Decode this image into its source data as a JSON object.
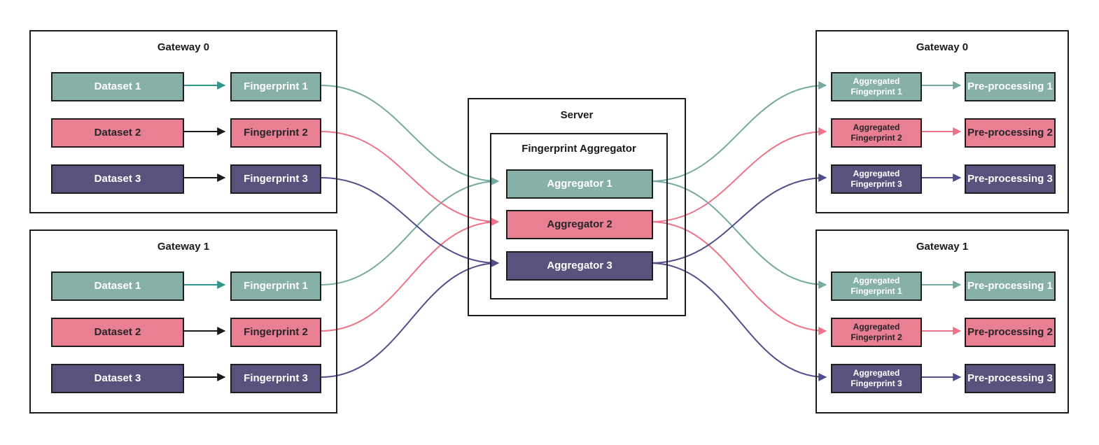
{
  "colors": {
    "teal_fill": "#87b1a8",
    "pink_fill": "#e87f92",
    "purple_fill": "#5a527d",
    "teal_arrow_dark": "#2e968b",
    "teal_arrow_light": "#74aa9f",
    "pink_arrow": "#ee7288",
    "purple_arrow": "#524e8c",
    "black_arrow": "#1a1a1a",
    "border": "#1e1e1e"
  },
  "left_gateways": [
    {
      "title": "Gateway 0",
      "rows": [
        {
          "dataset": "Dataset 1",
          "fingerprint": "Fingerprint 1"
        },
        {
          "dataset": "Dataset 2",
          "fingerprint": "Fingerprint 2"
        },
        {
          "dataset": "Dataset 3",
          "fingerprint": "Fingerprint 3"
        }
      ]
    },
    {
      "title": "Gateway 1",
      "rows": [
        {
          "dataset": "Dataset 1",
          "fingerprint": "Fingerprint 1"
        },
        {
          "dataset": "Dataset 2",
          "fingerprint": "Fingerprint 2"
        },
        {
          "dataset": "Dataset 3",
          "fingerprint": "Fingerprint 3"
        }
      ]
    }
  ],
  "server": {
    "title": "Server",
    "aggregator_box_title": "Fingerprint Aggregator",
    "aggregators": [
      "Aggregator 1",
      "Aggregator 2",
      "Aggregator 3"
    ]
  },
  "right_gateways": [
    {
      "title": "Gateway 0",
      "rows": [
        {
          "agg_line1": "Aggregated",
          "agg_line2": "Fingerprint 1",
          "preprocessing": "Pre-processing 1"
        },
        {
          "agg_line1": "Aggregated",
          "agg_line2": "Fingerprint 2",
          "preprocessing": "Pre-processing 2"
        },
        {
          "agg_line1": "Aggregated",
          "agg_line2": "Fingerprint 3",
          "preprocessing": "Pre-processing 3"
        }
      ]
    },
    {
      "title": "Gateway 1",
      "rows": [
        {
          "agg_line1": "Aggregated",
          "agg_line2": "Fingerprint 1",
          "preprocessing": "Pre-processing 1"
        },
        {
          "agg_line1": "Aggregated",
          "agg_line2": "Fingerprint 2",
          "preprocessing": "Pre-processing 2"
        },
        {
          "agg_line1": "Aggregated",
          "agg_line2": "Fingerprint 3",
          "preprocessing": "Pre-processing 3"
        }
      ]
    }
  ]
}
